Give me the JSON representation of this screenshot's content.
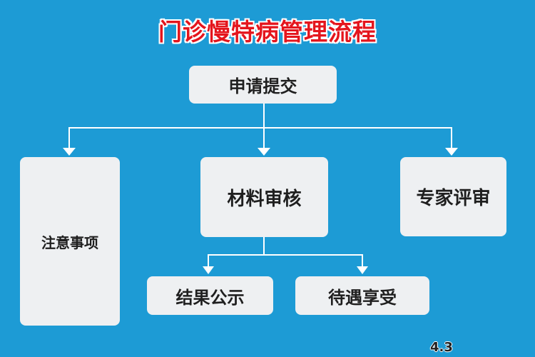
{
  "title": "门诊慢特病管理流程",
  "nodes": {
    "submit": "申请提交",
    "notes": "注意事项",
    "review": "材料审核",
    "expert": "专家评审",
    "publicity": "结果公示",
    "benefit": "待遇享受"
  },
  "version": "4.3",
  "colors": {
    "background": "#1d9bd5",
    "title": "#e4151d",
    "box": "#eef0f2",
    "line": "#ffffff"
  }
}
